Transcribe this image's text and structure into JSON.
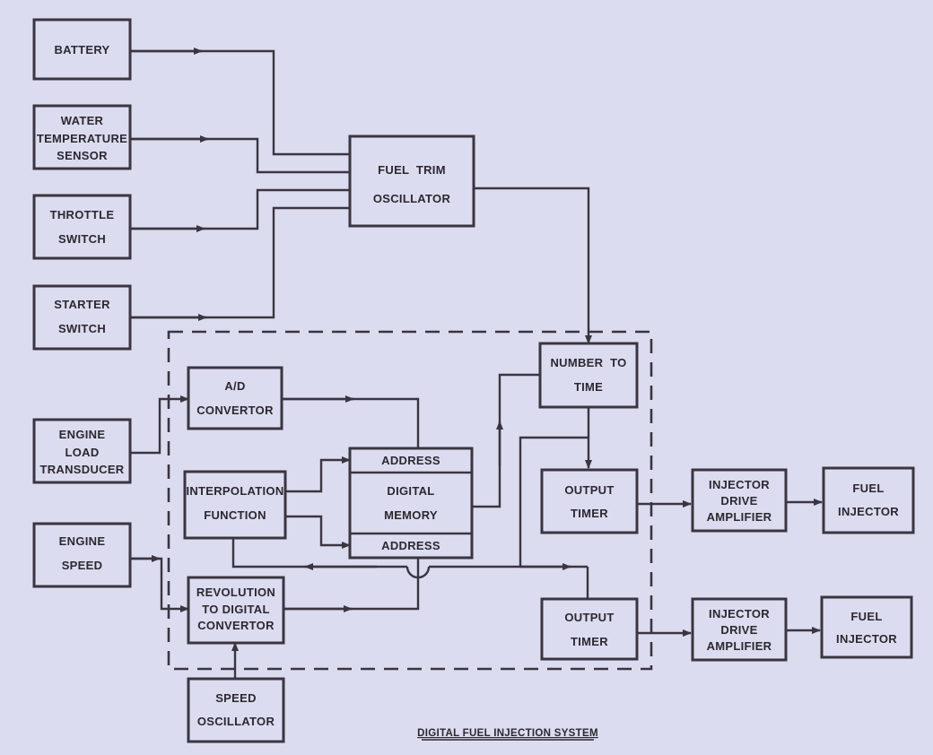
{
  "title": "DIGITAL FUEL INJECTION SYSTEM",
  "blocks": {
    "battery": [
      "BATTERY"
    ],
    "water_temp": [
      "WATER",
      "TEMPERATURE",
      "SENSOR"
    ],
    "throttle": [
      "THROTTLE",
      "SWITCH"
    ],
    "starter": [
      "STARTER",
      "SWITCH"
    ],
    "engine_load": [
      "ENGINE",
      "LOAD",
      "TRANSDUCER"
    ],
    "engine_speed": [
      "ENGINE",
      "SPEED"
    ],
    "fuel_trim": [
      "FUEL  TRIM",
      "OSCILLATOR"
    ],
    "number_to_time": [
      "NUMBER  TO",
      "TIME"
    ],
    "ad_convertor": [
      "A/D",
      "CONVERTOR"
    ],
    "interpolation": [
      "INTERPOLATION",
      "FUNCTION"
    ],
    "memory_top": [
      "ADDRESS"
    ],
    "memory_mid": [
      "DIGITAL",
      "MEMORY"
    ],
    "memory_bottom": [
      "ADDRESS"
    ],
    "output_timer_1": [
      "OUTPUT",
      "TIMER"
    ],
    "output_timer_2": [
      "OUTPUT",
      "TIMER"
    ],
    "rev_to_digital": [
      "REVOLUTION",
      "TO DIGITAL",
      "CONVERTOR"
    ],
    "speed_osc": [
      "SPEED",
      "OSCILLATOR"
    ],
    "injector_amp_1": [
      "INJECTOR",
      "DRIVE",
      "AMPLIFIER"
    ],
    "injector_amp_2": [
      "INJECTOR",
      "DRIVE",
      "AMPLIFIER"
    ],
    "fuel_injector_1": [
      "FUEL",
      "INJECTOR"
    ],
    "fuel_injector_2": [
      "FUEL",
      "INJECTOR"
    ]
  }
}
